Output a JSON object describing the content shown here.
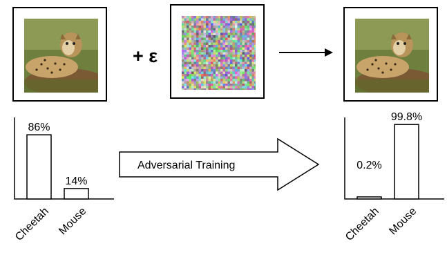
{
  "operation": {
    "plus_epsilon": "+ ε"
  },
  "transform_label": "Adversarial Training",
  "chart_data": [
    {
      "type": "bar",
      "categories": [
        "Cheetah",
        "Mouse"
      ],
      "values": [
        86,
        14
      ],
      "labels": [
        "86%",
        "14%"
      ],
      "ylim": [
        0,
        100
      ],
      "title": "",
      "xlabel": "",
      "ylabel": ""
    },
    {
      "type": "bar",
      "categories": [
        "Cheetah",
        "Mouse"
      ],
      "values": [
        0.2,
        99.8
      ],
      "labels": [
        "0.2%",
        "99.8%"
      ],
      "ylim": [
        0,
        100
      ],
      "title": "",
      "xlabel": "",
      "ylabel": ""
    }
  ]
}
